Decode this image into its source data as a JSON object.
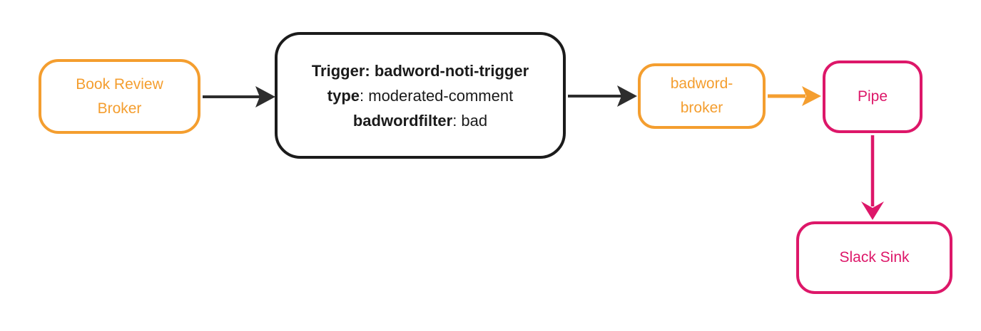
{
  "colors": {
    "orange": "#F49E2F",
    "pink": "#DD1769",
    "dark": "#1B1B1B",
    "arrow_dark": "#2D2D2D",
    "bg": "#FFFFFF"
  },
  "nodes": {
    "source": {
      "label": "Book Review Broker"
    },
    "trigger": {
      "line1_bold": "Trigger: badword-noti-trigger",
      "line1_rest": "",
      "line2_bold": "type",
      "line2_rest": ": moderated-comment",
      "line3_bold": "badwordfilter",
      "line3_rest": ": bad"
    },
    "broker": {
      "label": "badword-broker"
    },
    "pipe": {
      "label": "Pipe"
    },
    "sink": {
      "label": "Slack Sink"
    }
  },
  "edges": [
    {
      "from": "Book Review Broker",
      "to": "Trigger: badword-noti-trigger",
      "color": "dark"
    },
    {
      "from": "Trigger: badword-noti-trigger",
      "to": "badword-broker",
      "color": "dark"
    },
    {
      "from": "badword-broker",
      "to": "Pipe",
      "color": "orange"
    },
    {
      "from": "Pipe",
      "to": "Slack Sink",
      "color": "pink"
    }
  ]
}
